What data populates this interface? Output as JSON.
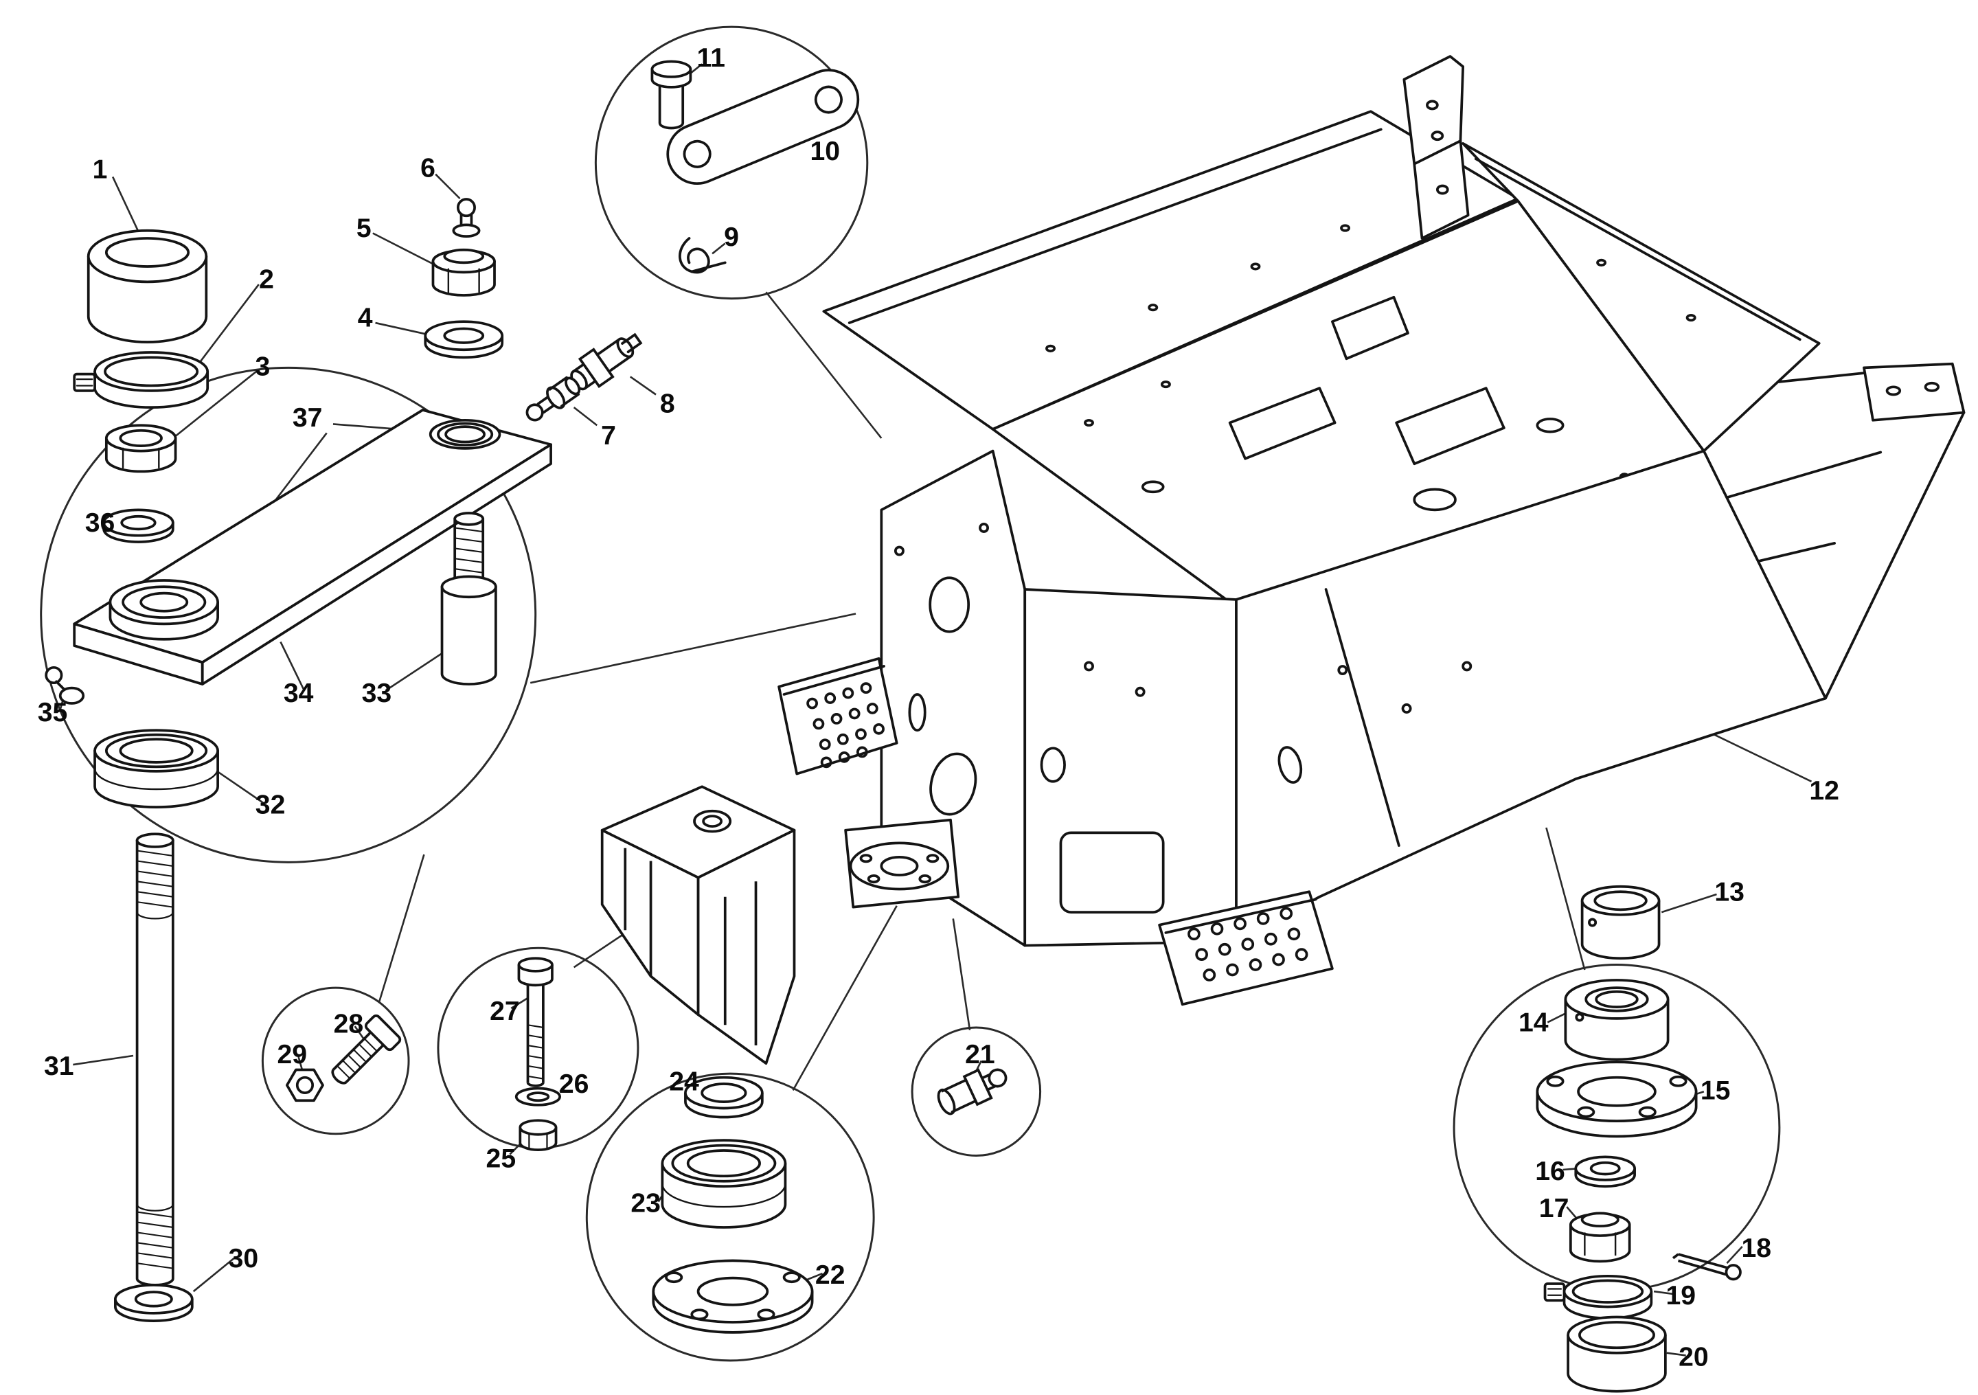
{
  "drawing": {
    "background": "#ffffff",
    "line_color": "#1a1a1a",
    "callout_circle_color": "#2a2a2a"
  },
  "parts": {
    "p1": "1",
    "p2": "2",
    "p3": "3",
    "p4": "4",
    "p5": "5",
    "p6": "6",
    "p7": "7",
    "p8": "8",
    "p9": "9",
    "p10": "10",
    "p11": "11",
    "p12": "12",
    "p13": "13",
    "p14": "14",
    "p15": "15",
    "p16": "16",
    "p17": "17",
    "p18": "18",
    "p19": "19",
    "p20": "20",
    "p21": "21",
    "p22": "22",
    "p23": "23",
    "p24": "24",
    "p25": "25",
    "p26": "26",
    "p27": "27",
    "p28": "28",
    "p29": "29",
    "p30": "30",
    "p31": "31",
    "p32": "32",
    "p33": "33",
    "p34": "34",
    "p35": "35",
    "p36": "36",
    "p37": "37"
  }
}
